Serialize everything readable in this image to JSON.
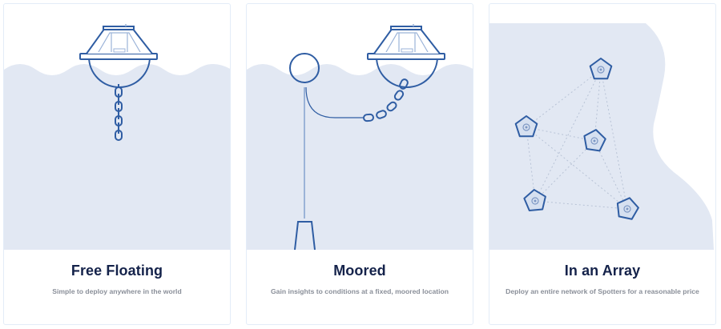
{
  "colors": {
    "water": "#e2e8f3",
    "line": "#2f5da3",
    "line_light": "#9bb3d8",
    "title": "#14224a",
    "subtitle": "#8a8f99",
    "border": "#e3ecf8"
  },
  "cards": [
    {
      "title": "Free Floating",
      "subtitle": "Simple to deploy anywhere in the world",
      "illustration": "free-floating-buoy"
    },
    {
      "title": "Moored",
      "subtitle": "Gain insights to conditions at a fixed, moored location",
      "illustration": "moored-buoy"
    },
    {
      "title": "In an Array",
      "subtitle": "Deploy an entire network of Spotters for a reasonable price",
      "illustration": "spotter-array"
    }
  ]
}
